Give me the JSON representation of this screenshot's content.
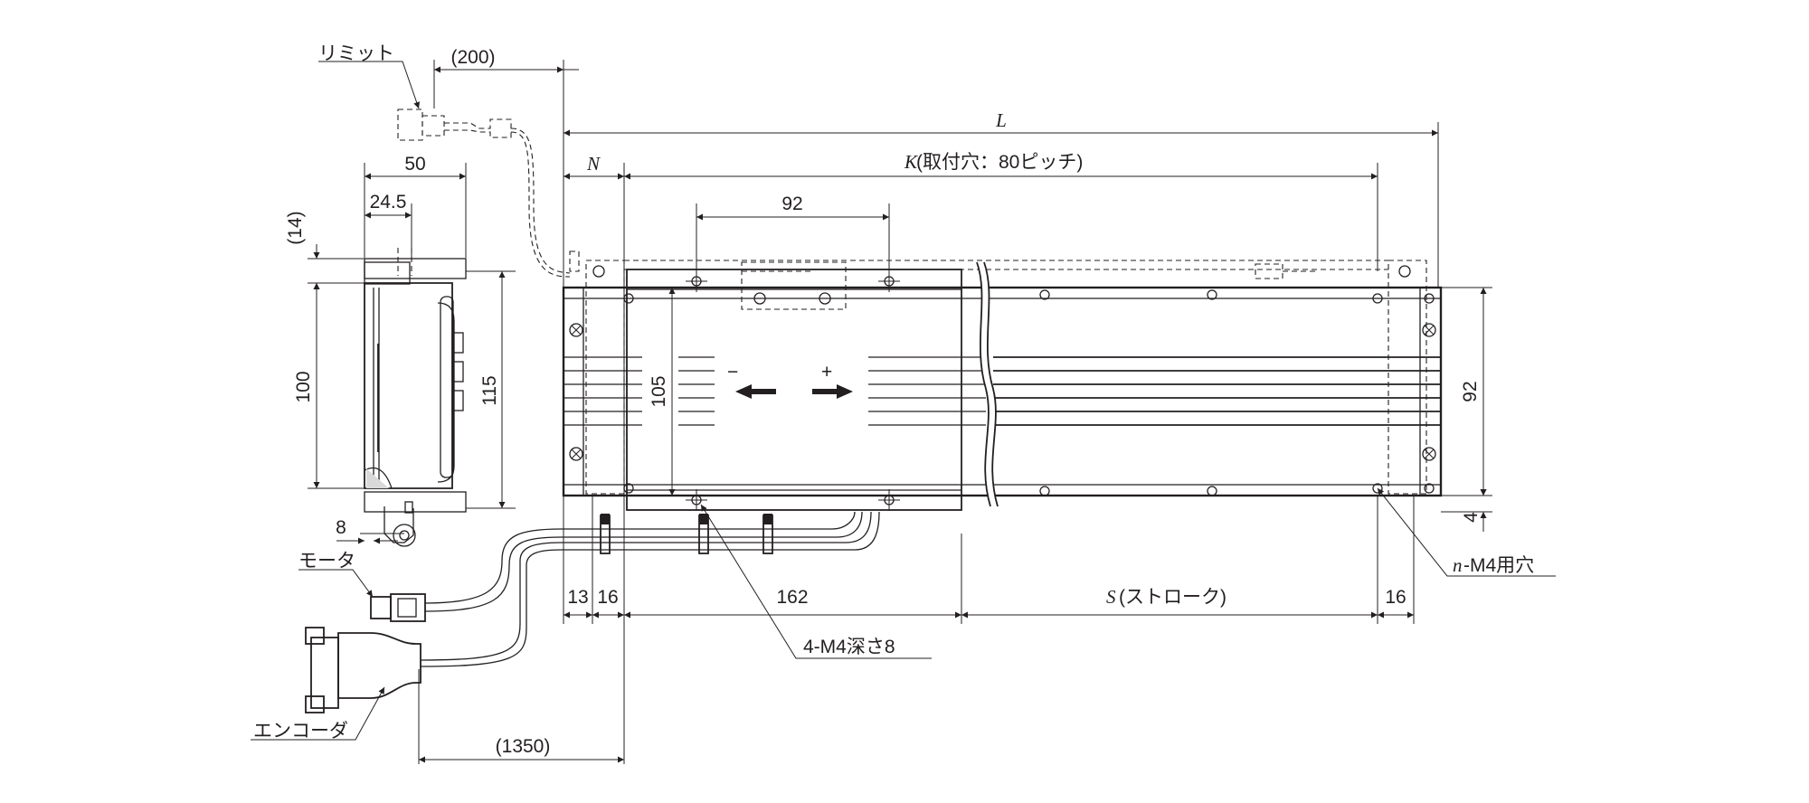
{
  "drawing": {
    "labels": {
      "limit": "リミット",
      "motor": "モータ",
      "encoder": "エンコーダ",
      "minus": "−",
      "plus": "+"
    },
    "dimensions": {
      "cable_200": "(200)",
      "width_50": "50",
      "width_24_5": "24.5",
      "height_14": "(14)",
      "height_100": "100",
      "height_115": "115",
      "offset_8": "8",
      "total_L": "L",
      "offset_N": "N",
      "pitch_K_symbol": "K",
      "pitch_K_text": "(取付穴：80ピッチ)",
      "width_92_top": "92",
      "height_105": "105",
      "height_92_right": "92",
      "offset_4": "4",
      "span_13": "13",
      "span_16_left": "16",
      "span_162": "162",
      "stroke_S_symbol": "S",
      "stroke_S_text": "(ストローク)",
      "span_16_right": "16",
      "cable_1350": "(1350)"
    },
    "callouts": {
      "n_holes_symbol": "n",
      "n_holes_text": "-M4用穴",
      "tapped_holes": "4-M4深さ8"
    }
  }
}
